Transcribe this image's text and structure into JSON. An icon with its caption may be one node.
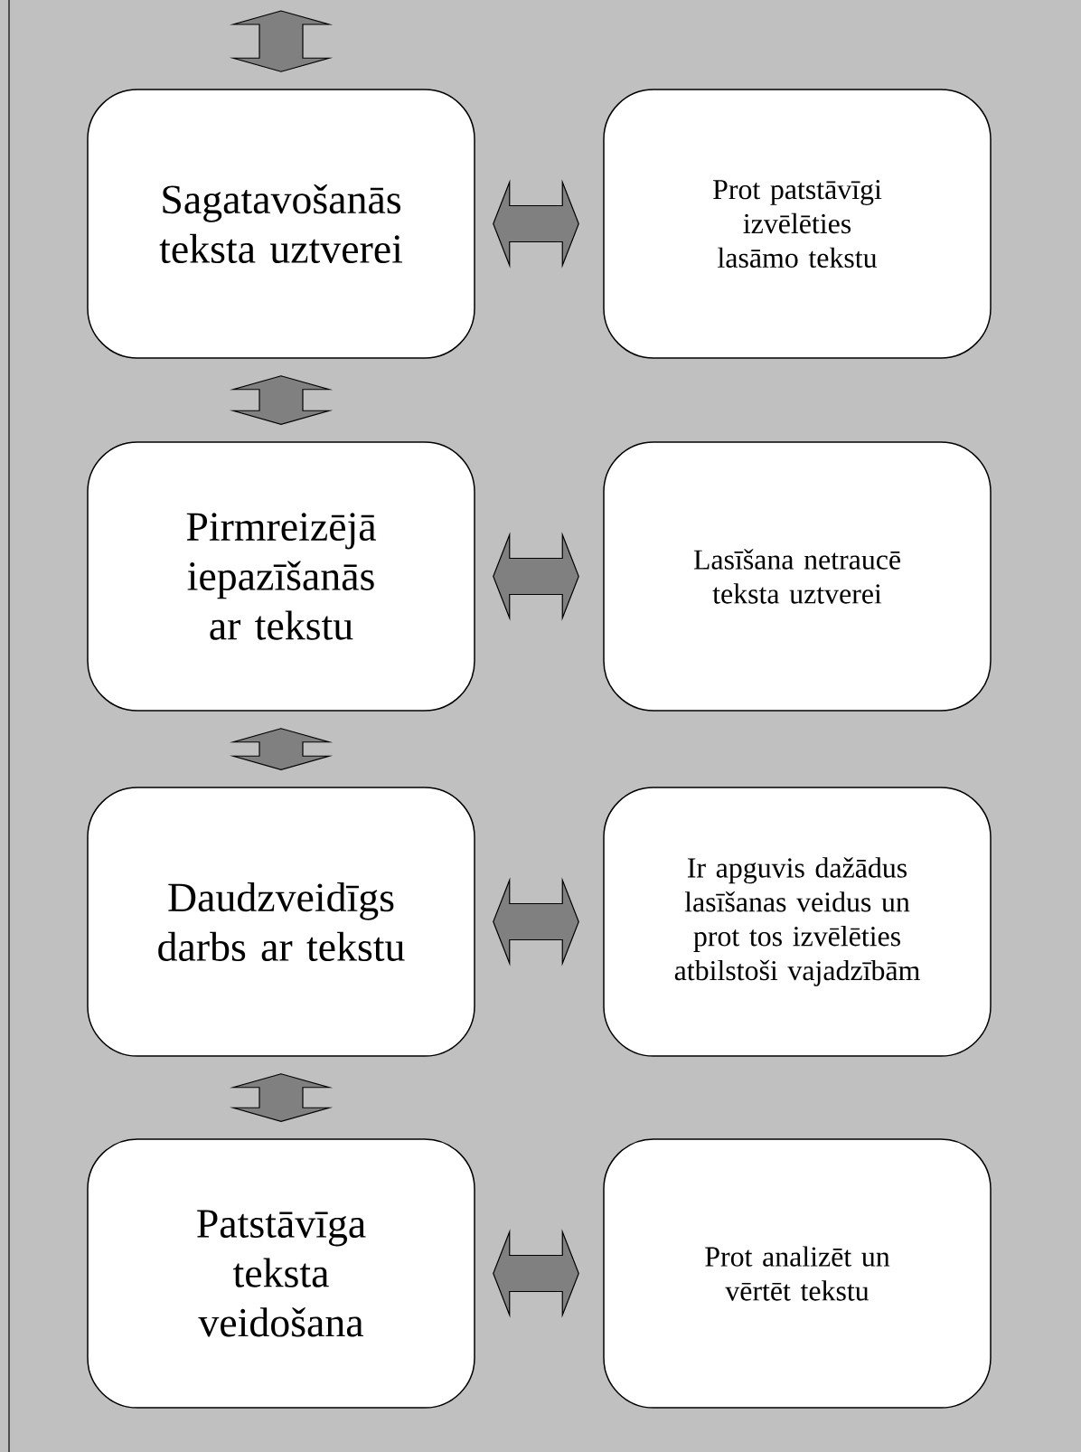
{
  "diagram": {
    "nodes": [
      {
        "text": [
          "Sagatavošanās teksta uztverei"
        ]
      },
      {
        "text": [
          "Prot patstāvīgi izvēlēties lasāmo tekstu"
        ]
      },
      {
        "text": [
          "Pirmreizējā iepazīšanās ar tekstu"
        ]
      },
      {
        "text": [
          "Lasīšana netraucē teksta uztverei"
        ]
      },
      {
        "text": [
          "Daudzveidīgs darbs ar tekstu"
        ]
      },
      {
        "text": [
          "Ir apguvis dažādus lasīšanas veidus un prot tos izvēlēties atbilstoši vajadzībām"
        ]
      },
      {
        "text": [
          "Patstāvīga teksta veidošana"
        ]
      },
      {
        "text": [
          "Prot analizēt un vērtēt tekstu"
        ]
      }
    ],
    "edges": [
      {
        "from": null,
        "to": 0,
        "arrow": "both"
      },
      {
        "from": 0,
        "to": 1,
        "arrow": "both"
      },
      {
        "from": 0,
        "to": 2,
        "arrow": "both"
      },
      {
        "from": 2,
        "to": 3,
        "arrow": "both"
      },
      {
        "from": 2,
        "to": 4,
        "arrow": "both"
      },
      {
        "from": 4,
        "to": 5,
        "arrow": "both"
      },
      {
        "from": 4,
        "to": 6,
        "arrow": "both"
      },
      {
        "from": 6,
        "to": 7,
        "arrow": "both"
      }
    ]
  }
}
